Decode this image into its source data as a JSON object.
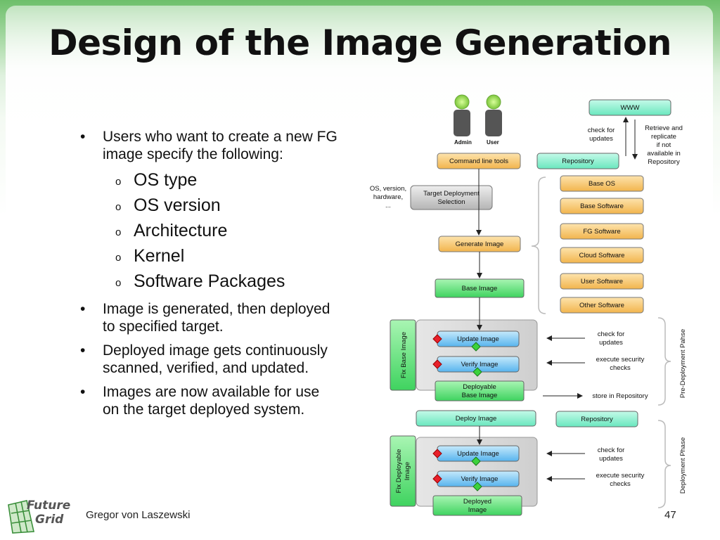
{
  "slide": {
    "title": "Design of the Image Generation",
    "bullets": [
      "Users who want to create a new FG image specify the following:",
      "Image is generated, then deployed to specified target.",
      "Deployed image gets continuously scanned, verified, and updated.",
      "Images are now available for use on the target deployed system."
    ],
    "sub_bullets": [
      "OS type",
      "OS version",
      "Architecture",
      "Kernel",
      "Software Packages"
    ],
    "bullet_marker": "•",
    "sub_marker": "o",
    "author": "Gregor von Laszewski",
    "page_number": "47",
    "logo_text": [
      "Future",
      "Grid"
    ]
  },
  "diagram": {
    "admin": "Admin",
    "user": "User",
    "www": "WWW",
    "check_for_updates": [
      "check for",
      "updates"
    ],
    "retrieve": [
      "Retrieve and",
      "replicate",
      "if not",
      "available in",
      "Repository"
    ],
    "command_line_tools": "Command line tools",
    "repository": "Repository",
    "os_version_hw": [
      "OS, version,",
      "hardware,",
      "..."
    ],
    "target_deployment": [
      "Target Deployment",
      "Selection"
    ],
    "generate_image": "Generate Image",
    "base_image": "Base Image",
    "software_layers": [
      "Base OS",
      "Base Software",
      "FG Software",
      "Cloud Software",
      "User Software",
      "Other Software"
    ],
    "fix_base_image": "Fix Base Image",
    "update_image": "Update Image",
    "verify_image": "Verify Image",
    "deployable_base_image": [
      "Deployable",
      "Base Image"
    ],
    "side_check_updates": [
      "check for",
      "updates"
    ],
    "side_security": [
      "execute security",
      "checks"
    ],
    "store_in_repository": "store in Repository",
    "pre_deployment_phase": "Pre-Deployment Pahse",
    "deploy_image": "Deploy Image",
    "repository_2": "Repository",
    "fix_deployable_image": [
      "Fix Deployable",
      "Image"
    ],
    "update_image_2": "Update Image",
    "verify_image_2": "Verify Image",
    "deployed_image": [
      "Deployed",
      "Image"
    ],
    "side_check_updates_2": [
      "check for",
      "updates"
    ],
    "side_security_2": [
      "execute security",
      "checks"
    ],
    "deployment_phase": "Deployment Phase"
  },
  "colors": {
    "orange": "#f6c46e",
    "green": "#5fe07a",
    "teal": "#8ff0cf",
    "blue": "#7ec7f2",
    "gray": "#c9c9c9",
    "red_diamond": "#e8202a",
    "green_diamond": "#3cd23c"
  }
}
